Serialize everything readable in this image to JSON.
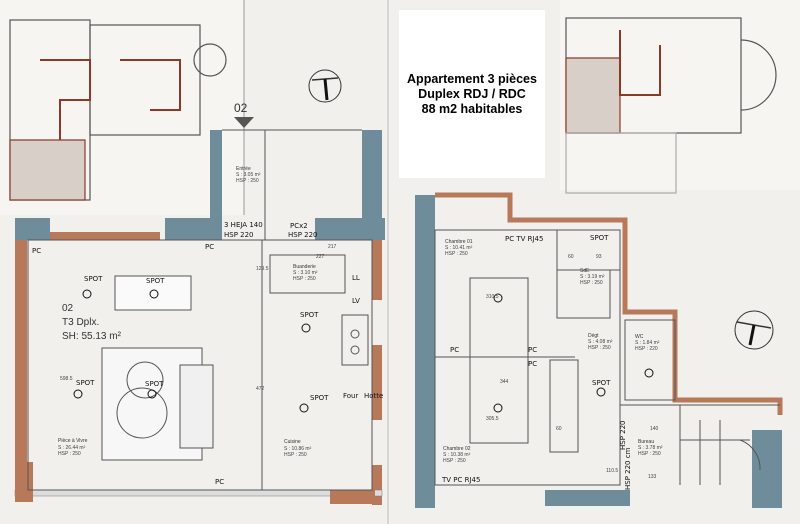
{
  "title_box": {
    "line1": "Appartement 3 pièces",
    "line2": "Duplex RDJ / RDC",
    "line3": "88 m2 habitables"
  },
  "section_marker": "02",
  "ground_floor": {
    "unit_number": "02",
    "unit_type": "T3 Dplx.",
    "surface": "SH: 55.13 m²",
    "rooms": [
      {
        "name": "Pièce à Vivre",
        "area": "S : 26.44 m²",
        "hsp": "HSP : 250"
      },
      {
        "name": "Cuisine",
        "area": "S : 10.86 m²",
        "hsp": "HSP : 250"
      },
      {
        "name": "Entrée",
        "area": "S : 3.05 m²",
        "hsp": "HSP : 250"
      },
      {
        "name": "Buanderie",
        "area": "S : 3.10 m²",
        "hsp": "HSP : 250"
      }
    ],
    "dimensions": [
      "598.5",
      "472",
      "129.5",
      "227",
      "217"
    ],
    "annotations": [
      "SPOT",
      "SPOT",
      "SPOT",
      "SPOT",
      "SPOT",
      "SPOT",
      "PC",
      "PC",
      "PCx2",
      "HSP 220",
      "3 HEJA 140",
      "HSP 220",
      "LL",
      "LV",
      "Four",
      "Hotte",
      "PC"
    ]
  },
  "upper_floor": {
    "rooms": [
      {
        "name": "Chambre 01",
        "area": "S : 10.41 m²",
        "hsp": "HSP : 250"
      },
      {
        "name": "Chambre 02",
        "area": "S : 10.38 m²",
        "hsp": "HSP : 250"
      },
      {
        "name": "SdE",
        "area": "S : 3.19 m²",
        "hsp": "HSP : 250"
      },
      {
        "name": "Dégt",
        "area": "S : 4.08 m²",
        "hsp": "HSP : 250"
      },
      {
        "name": "WC",
        "area": "S : 1.84 m²",
        "hsp": "HSP : 220"
      },
      {
        "name": "Bureau",
        "area": "S : 3.78 m²",
        "hsp": "HSP : 250"
      }
    ],
    "dimensions": [
      "310.5",
      "305.5",
      "344",
      "60",
      "93",
      "60",
      "140",
      "133",
      "110.5"
    ],
    "annotations": [
      "PC TV RJ45",
      "SPOT",
      "PC",
      "PC",
      "PC",
      "TV PC RJ45",
      "SPOT",
      "HSP 220",
      "HSP 220 cm"
    ]
  },
  "colors": {
    "wall_brick": "#b8795a",
    "wall_concrete": "#6e8c9a",
    "background": "#f1f0ec"
  }
}
